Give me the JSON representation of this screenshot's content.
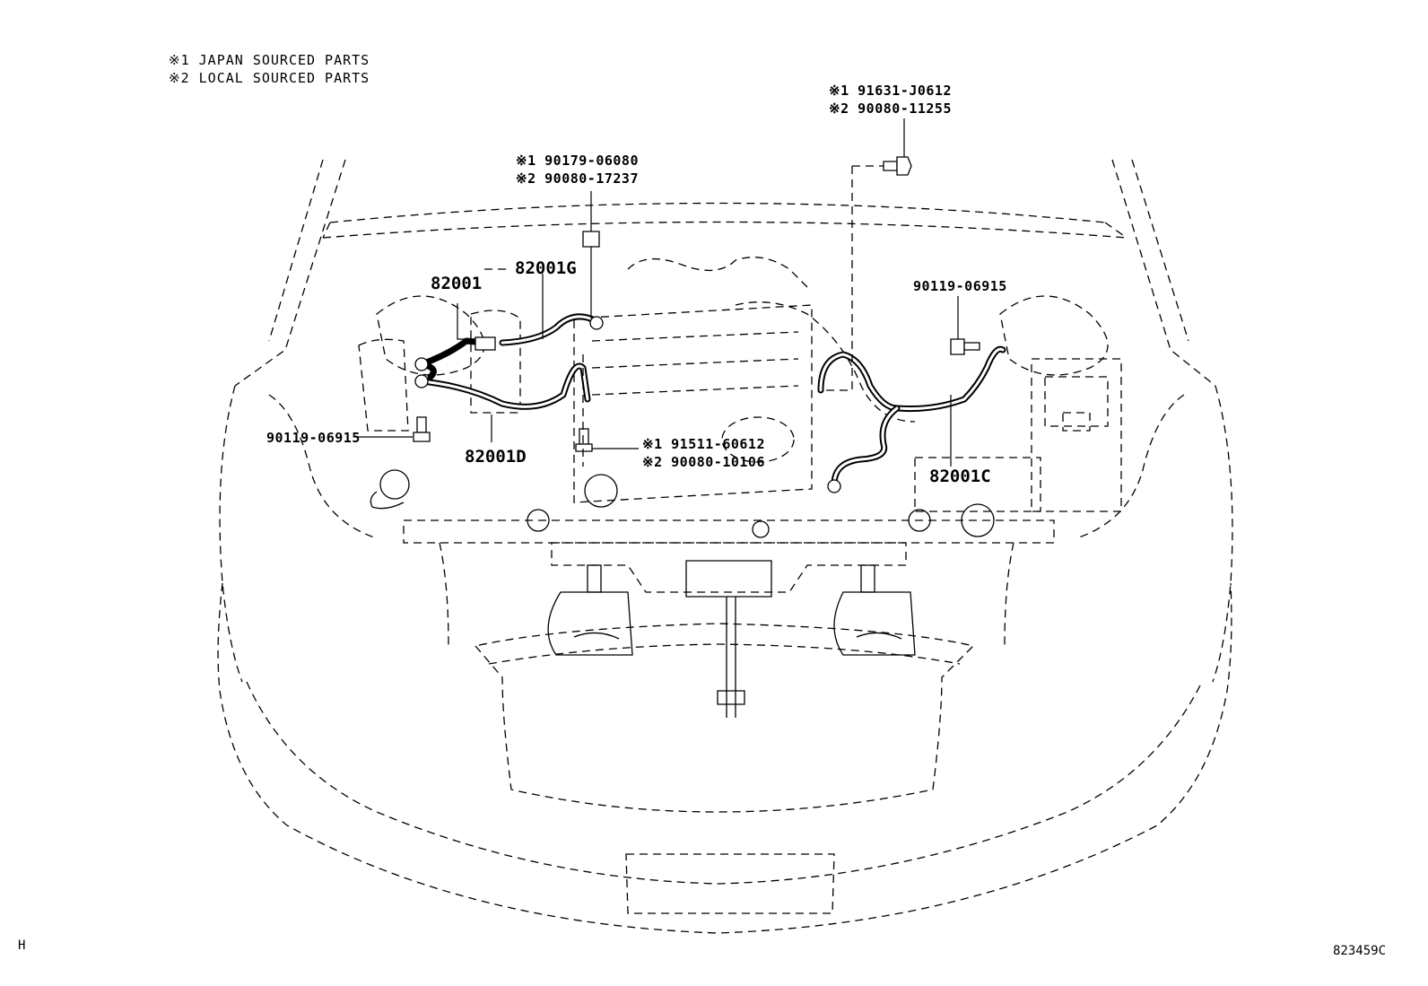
{
  "notes": {
    "line1": "※1 JAPAN SOURCED PARTS",
    "line2": "※2 LOCAL SOURCED PARTS"
  },
  "callouts": {
    "top_bolt": {
      "p1": "※1 91631-J0612",
      "p2": "※2 90080-11255"
    },
    "center_nut": {
      "p1": "※1 90179-06080",
      "p2": "※2 90080-17237"
    },
    "mid_bolt": {
      "p1": "※1 91511-60612",
      "p2": "※2 90080-10106"
    },
    "right_bolt": "90119-06915",
    "left_bolt": "90119-06915"
  },
  "parts": {
    "wire_main": "82001",
    "wire_g": "82001G",
    "wire_d": "82001D",
    "wire_c": "82001C"
  },
  "footer": {
    "left": "H",
    "right": "823459C"
  }
}
